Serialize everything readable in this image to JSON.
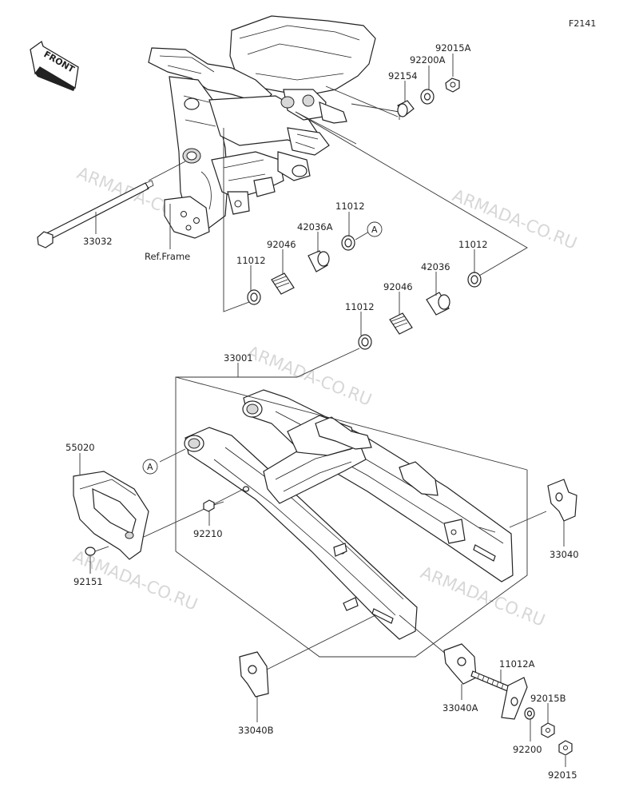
{
  "figure_code": "F2141",
  "front_arrow_label": "FRONT",
  "ref_frame_label": "Ref.Frame",
  "watermark": "ARMADA-CO.RU",
  "callout_A": "A",
  "part_numbers": {
    "p92015A": "92015A",
    "p92200A": "92200A",
    "p92154": "92154",
    "p33032": "33032",
    "p11012_top": "11012",
    "p42036A": "42036A",
    "p92046_top": "92046",
    "p11012_left": "11012",
    "p11012_right": "11012",
    "p42036": "42036",
    "p92046_mid": "92046",
    "p11012_mid": "11012",
    "p33001": "33001",
    "p55020": "55020",
    "p92210": "92210",
    "p92151": "92151",
    "p33040": "33040",
    "p33040B": "33040B",
    "p33040A": "33040A",
    "p11012A": "11012A",
    "p92015B": "92015B",
    "p92200": "92200",
    "p92015": "92015"
  }
}
